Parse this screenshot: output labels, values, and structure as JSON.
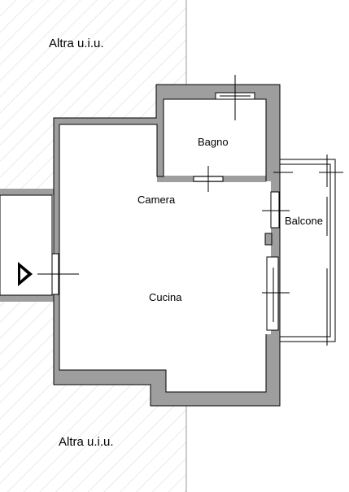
{
  "rooms": {
    "bagno": "Bagno",
    "camera": "Camera",
    "balcone": "Balcone",
    "cucina": "Cucina"
  },
  "other_units": {
    "top": "Altra u.i.u.",
    "bottom": "Altra u.i.u."
  },
  "colors": {
    "wall": "#9e9e9e",
    "hatch": "#d6d6d6",
    "line": "#000000"
  }
}
